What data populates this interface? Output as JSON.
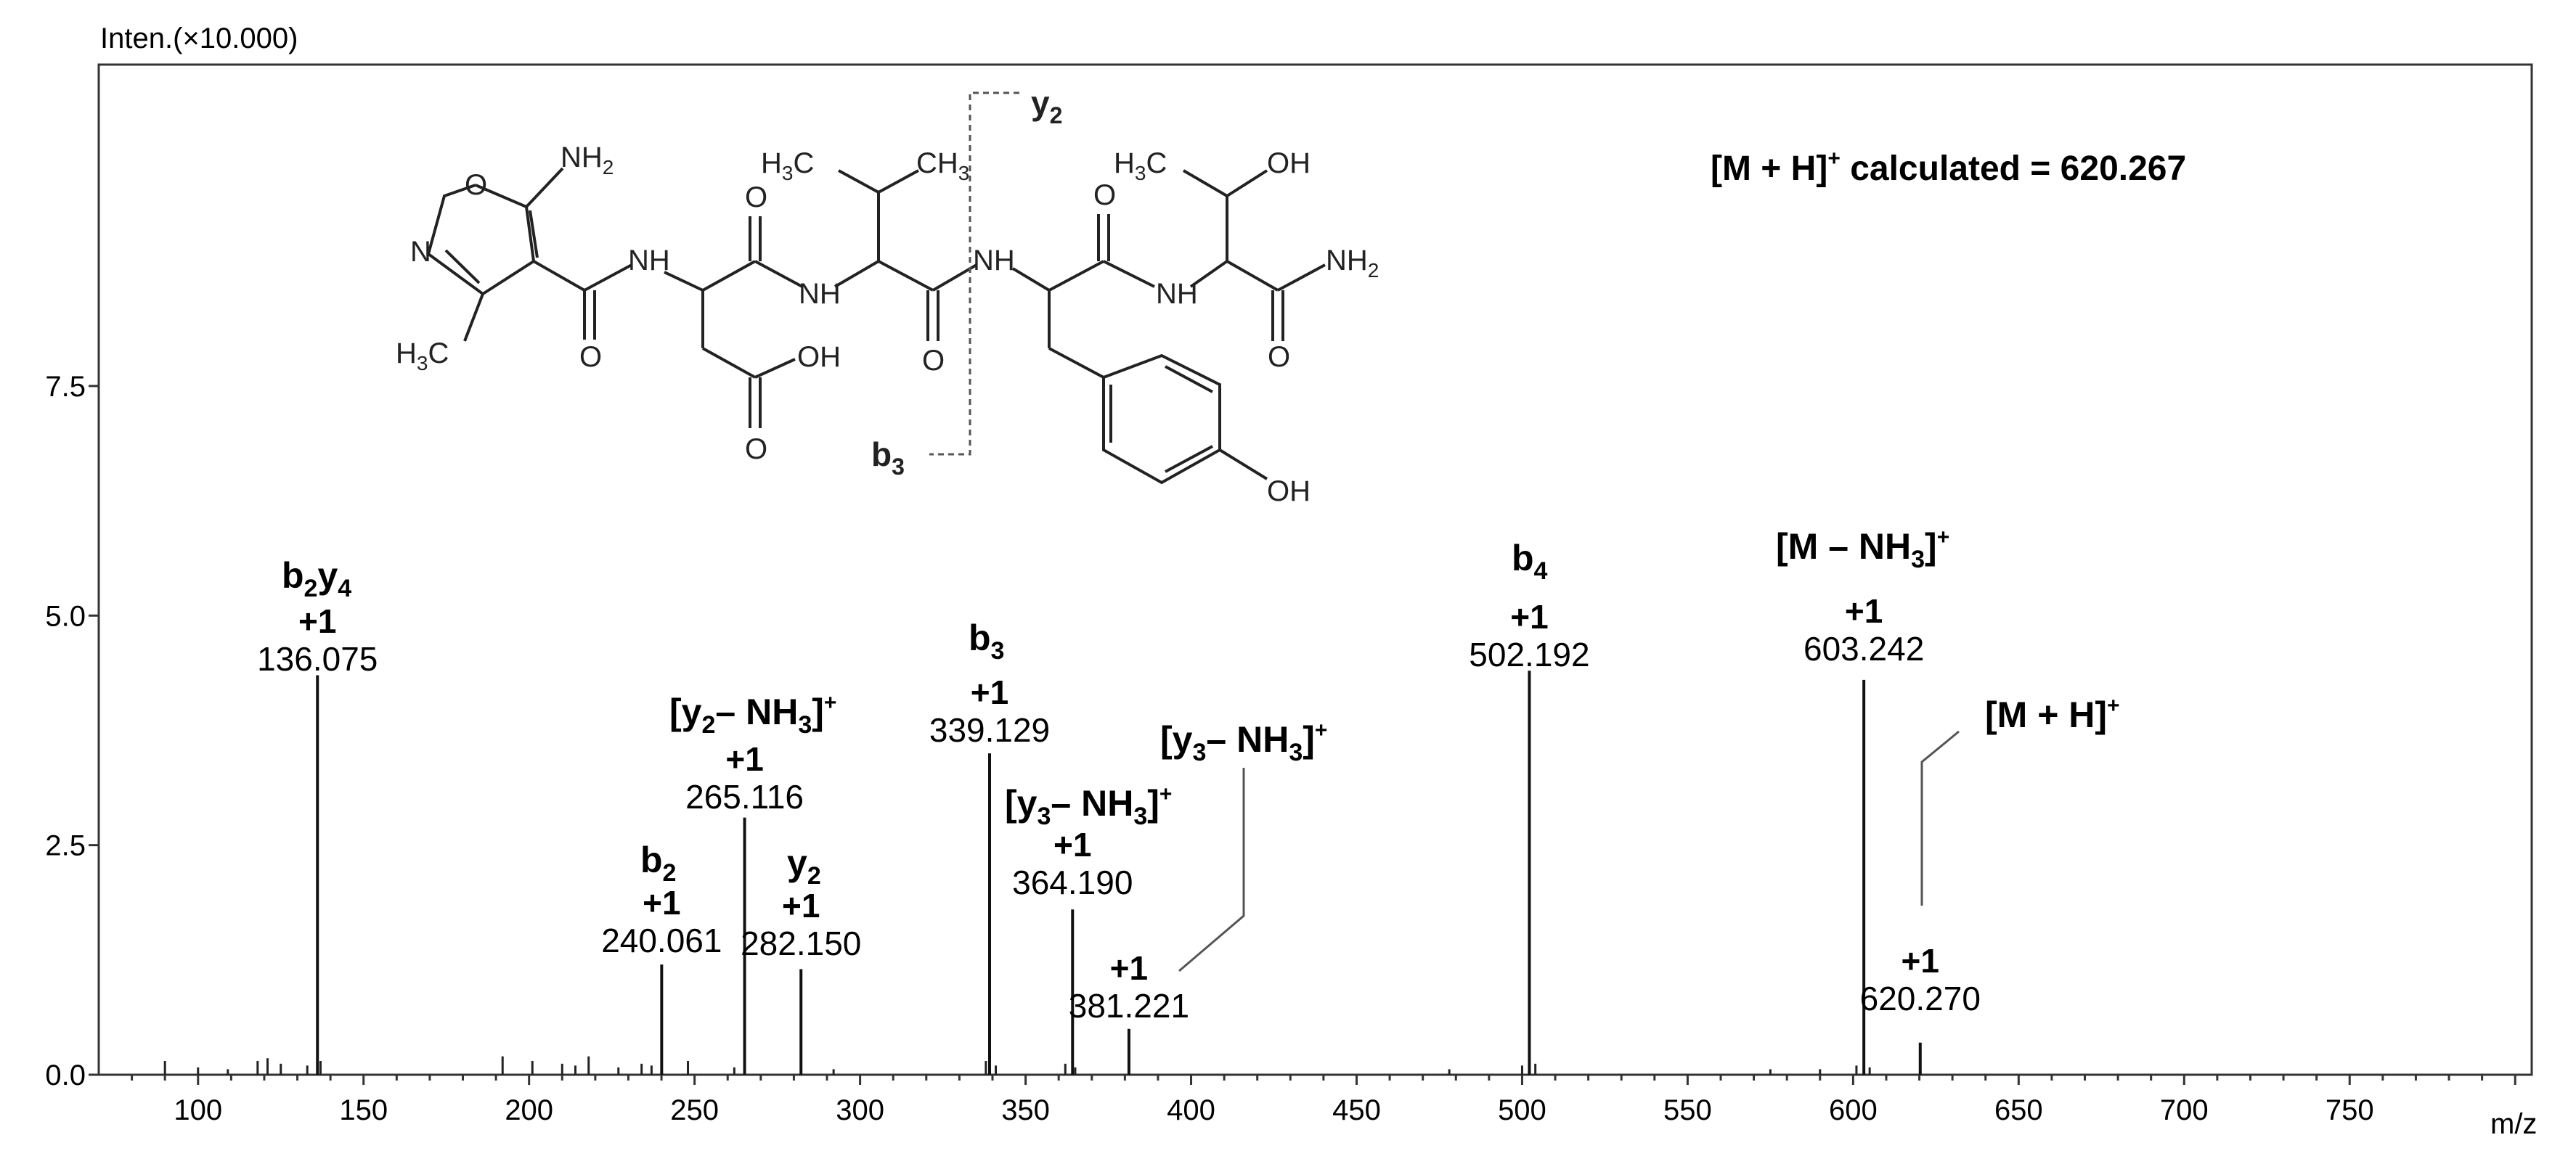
{
  "chart_data": {
    "type": "bar",
    "ylabel": "Inten.(×10.000)",
    "xlabel": "m/z",
    "xlim": [
      70,
      805
    ],
    "ylim": [
      0,
      11
    ],
    "x_ticks": [
      100,
      150,
      200,
      250,
      300,
      350,
      400,
      450,
      500,
      550,
      600,
      650,
      700,
      750
    ],
    "y_ticks": [
      {
        "value": 0,
        "label": "0.0"
      },
      {
        "value": 2.5,
        "label": "2.5"
      },
      {
        "value": 5.0,
        "label": "5.0"
      },
      {
        "value": 7.5,
        "label": "7.5"
      }
    ],
    "annotation": {
      "prefix": "[M + H]",
      "sup": "+",
      "suffix": " calculated = 620.267"
    },
    "peaks": [
      {
        "mz": 136.075,
        "intensity": 4.35,
        "charge": "+1",
        "label": "136.075",
        "ion": "b2y4"
      },
      {
        "mz": 240.061,
        "intensity": 1.2,
        "charge": "+1",
        "label": "240.061",
        "ion": "b2"
      },
      {
        "mz": 265.116,
        "intensity": 2.8,
        "charge": "+1",
        "label": "265.116",
        "ion": "[y2–NH3]+"
      },
      {
        "mz": 282.15,
        "intensity": 1.15,
        "charge": "+1",
        "label": "282.150",
        "ion": "y2"
      },
      {
        "mz": 339.129,
        "intensity": 3.5,
        "charge": "+1",
        "label": "339.129",
        "ion": "b3"
      },
      {
        "mz": 364.19,
        "intensity": 1.8,
        "charge": "+1",
        "label": "364.190",
        "ion": "[y3–NH3]+"
      },
      {
        "mz": 381.221,
        "intensity": 0.5,
        "charge": "+1",
        "label": "381.221",
        "ion": "[y3–NH3]+"
      },
      {
        "mz": 502.192,
        "intensity": 4.4,
        "charge": "+1",
        "label": "502.192",
        "ion": "b4"
      },
      {
        "mz": 603.242,
        "intensity": 4.3,
        "charge": "+1",
        "label": "603.242",
        "ion": "[M–NH3]+"
      },
      {
        "mz": 620.27,
        "intensity": 0.35,
        "charge": "+1",
        "label": "620.270",
        "ion": "[M + H]+"
      }
    ],
    "minor_peaks": [
      {
        "mz": 90,
        "intensity": 0.15
      },
      {
        "mz": 100,
        "intensity": 0.08
      },
      {
        "mz": 109,
        "intensity": 0.06
      },
      {
        "mz": 118,
        "intensity": 0.15
      },
      {
        "mz": 121,
        "intensity": 0.18
      },
      {
        "mz": 125,
        "intensity": 0.12
      },
      {
        "mz": 133,
        "intensity": 0.1
      },
      {
        "mz": 137,
        "intensity": 0.15
      },
      {
        "mz": 192,
        "intensity": 0.2
      },
      {
        "mz": 201,
        "intensity": 0.15
      },
      {
        "mz": 210,
        "intensity": 0.12
      },
      {
        "mz": 214,
        "intensity": 0.1
      },
      {
        "mz": 218,
        "intensity": 0.2
      },
      {
        "mz": 227,
        "intensity": 0.08
      },
      {
        "mz": 234,
        "intensity": 0.12
      },
      {
        "mz": 237,
        "intensity": 0.1
      },
      {
        "mz": 248,
        "intensity": 0.15
      },
      {
        "mz": 262,
        "intensity": 0.08
      },
      {
        "mz": 292,
        "intensity": 0.06
      },
      {
        "mz": 338,
        "intensity": 0.15
      },
      {
        "mz": 341,
        "intensity": 0.1
      },
      {
        "mz": 362,
        "intensity": 0.12
      },
      {
        "mz": 365,
        "intensity": 0.08
      },
      {
        "mz": 478,
        "intensity": 0.06
      },
      {
        "mz": 500,
        "intensity": 0.1
      },
      {
        "mz": 504,
        "intensity": 0.12
      },
      {
        "mz": 575,
        "intensity": 0.06
      },
      {
        "mz": 590,
        "intensity": 0.06
      },
      {
        "mz": 601,
        "intensity": 0.1
      },
      {
        "mz": 605,
        "intensity": 0.08
      }
    ]
  },
  "structure": {
    "atoms": {
      "nh2_a": "NH",
      "nh2_a_sub": "2",
      "o_ring": "O",
      "n_ring": "N",
      "h3c_ring": "H",
      "h3c_ring_sub": "3",
      "h3c_ring_c": "C",
      "o1": "O",
      "nh1": "NH",
      "o2": "O",
      "nh2": "NH",
      "oh_acid": "OH",
      "o_acid": "O",
      "h3c_val1": "H",
      "h3c_val1_sub": "3",
      "h3c_val1_c": "C",
      "ch3_val": "CH",
      "ch3_val_sub": "3",
      "o3": "O",
      "nh3": "NH",
      "o4": "O",
      "nh4": "NH",
      "h3c_thr": "H",
      "h3c_thr_sub": "3",
      "h3c_thr_c": "C",
      "oh_thr": "OH",
      "o5": "O",
      "nh2_end": "NH",
      "nh2_end_sub": "2",
      "oh_tyr": "OH"
    },
    "frag_y": "y",
    "frag_y_sub": "2",
    "frag_b": "b",
    "frag_b_sub": "3"
  }
}
